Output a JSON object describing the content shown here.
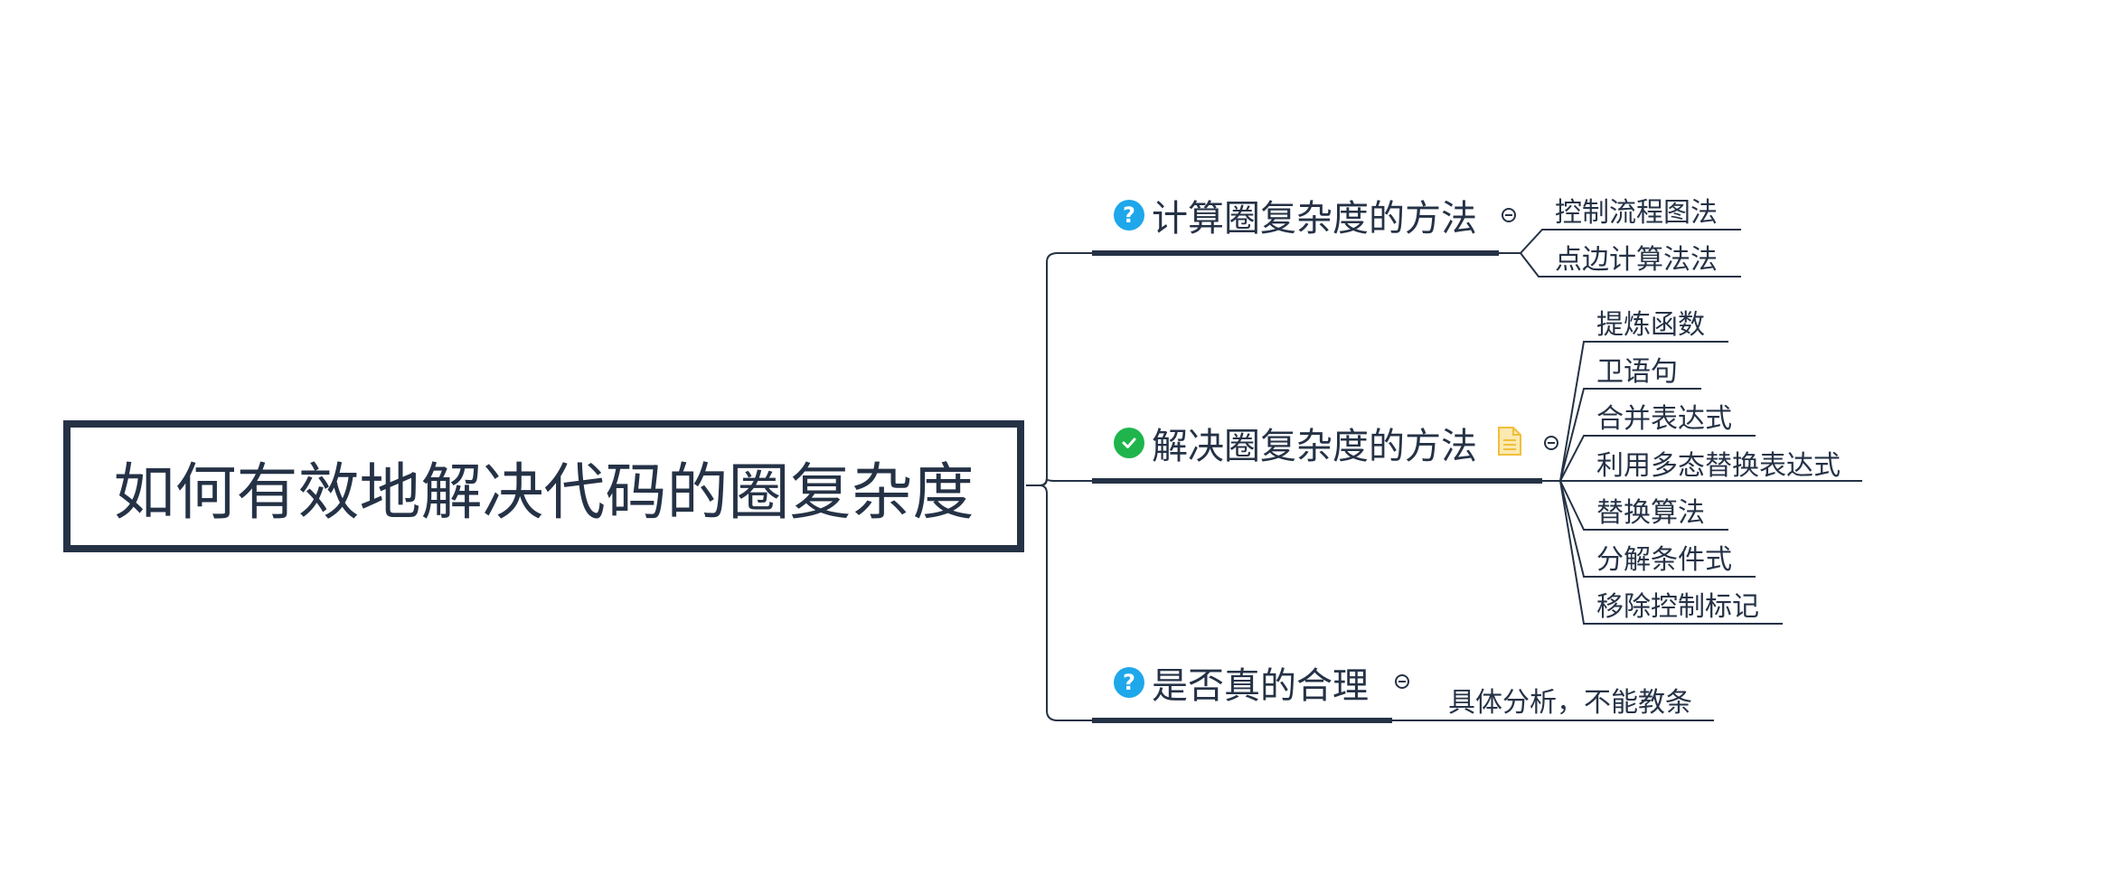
{
  "root": {
    "title": "如何有效地解决代码的圈复杂度"
  },
  "topics": [
    {
      "label": "计算圈复杂度的方法",
      "icon": "question-icon",
      "children": [
        "控制流程图法",
        "点边计算法法"
      ]
    },
    {
      "label": "解决圈复杂度的方法",
      "icon": "check-icon",
      "has_note": true,
      "children": [
        "提炼函数",
        "卫语句",
        "合并表达式",
        "利用多态替换表达式",
        "替换算法",
        "分解条件式",
        "移除控制标记"
      ]
    },
    {
      "label": "是否真的合理",
      "icon": "question-icon",
      "children": [
        "具体分析，不能教条"
      ]
    }
  ],
  "colors": {
    "line": "#253246",
    "question": "#1ea7ea",
    "check": "#1fb54c",
    "note": "#f5c542"
  }
}
